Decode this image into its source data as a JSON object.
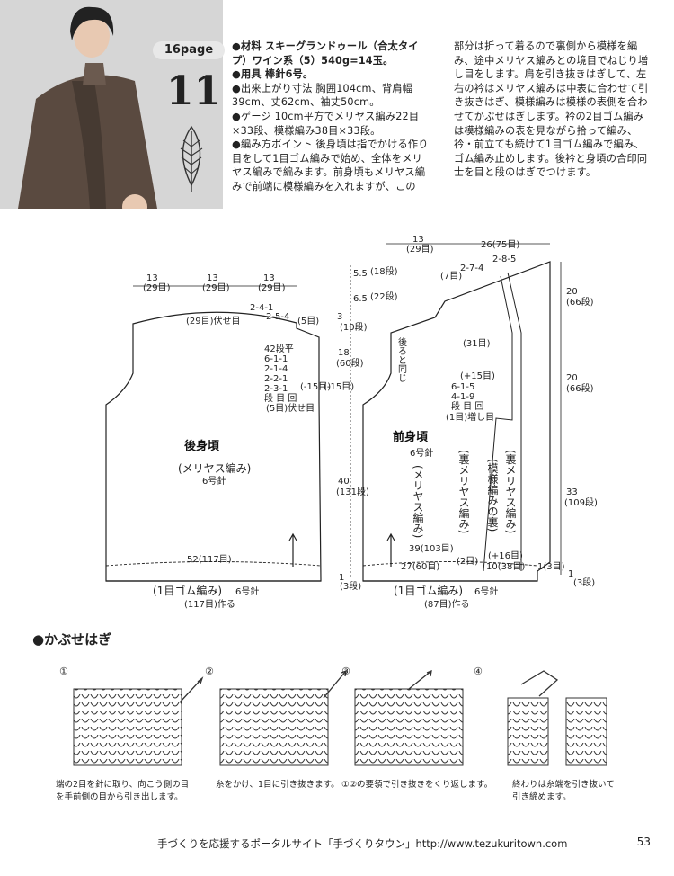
{
  "header": {
    "page_tag": "16page",
    "pattern_number": "11"
  },
  "description": {
    "materials": "●材料 スキーグランドゥール（合太タイプ）ワイン系（5）540g=14玉。",
    "tools": "●用具 棒針6号。",
    "finished_size": "●出来上がり寸法 胸囲104cm、背肩幅39cm、丈62cm、袖丈50cm。",
    "gauge": "●ゲージ 10cm平方でメリヤス編み22目×33段、模様編み38目×33段。",
    "point_1": "●編み方ポイント 後身頃は指でかける作り目をして1目ゴム編みで始め、全体をメリヤス編みで編みます。前身頃もメリヤス編みで前端に模様編みを入れますが、この",
    "point_2": "部分は折って着るので裏側から模様を編み、途中メリヤス編みとの境目でねじり増し目をします。肩を引き抜きはぎして、左右の衿はメリヤス編みは中表に合わせて引き抜きはぎ、模様編みは模様の表側を合わせてかぶせはぎします。衿の2目ゴム編みは模様編みの表を見ながら拾って編み、衿・前立ても続けて1目ゴム編みで編み、ゴム編み止めします。後衿と身頃の合印同士を目と段のはぎでつけます。"
  },
  "diagram": {
    "back": {
      "title": "後身頃",
      "stitch": "(メリヤス編み)",
      "needle": "6号針",
      "shoulder_left": "13",
      "shoulder_left_st": "(29目)",
      "neck": "13",
      "neck_st": "(29目)",
      "shoulder_right": "13",
      "shoulder_right_st": "(29目)",
      "neck_bindoff": "(29目)伏せ目",
      "shoulder_dec_1": "2-4-1",
      "shoulder_dec_2": "2-5-4",
      "shoulder_st": "(5目)",
      "height_top": "3",
      "rows_top": "(10段)",
      "arm_h": "18",
      "arm_rows": "(60段)",
      "arm_dec": [
        "42段平",
        "6-1-1",
        "2-1-4",
        "2-2-1",
        "2-3-1",
        "段 目 回"
      ],
      "arm_bindoff": "(5目)伏せ目",
      "arm_st_l": "(-15目)",
      "arm_st_r": "(-15目)",
      "side_h": "40",
      "side_rows": "(131段)",
      "width": "52(117目)",
      "rib_h": "1",
      "rib_rows": "(3段)",
      "rib_label": "(1目ゴム編み)",
      "rib_needle": "6号針",
      "rib_cast": "(117目)作る"
    },
    "front": {
      "title": "前身頃",
      "needle": "6号針",
      "stitch_1": "(メリヤス編み)",
      "stitch_2": "(裏メリヤス編み)",
      "stitch_3": "(模様編みの裏)",
      "stitch_4": "(裏メリヤス編み)",
      "top_w": "13",
      "top_w_st": "(29目)",
      "collar_w": "26(75目)",
      "collar_dec_1": "2-8-5",
      "collar_dec_2": "2-7-4",
      "collar_st": "(7目)",
      "h_55": "5.5",
      "rows_18": "(18段)",
      "h_65": "6.5",
      "rows_22": "(22段)",
      "same_as_back": "後ろと同じ",
      "st_31": "(31目)",
      "inc_15": "(+15目)",
      "inc_rule": [
        "6-1-5",
        "4-1-9",
        "段 目 回"
      ],
      "inc_label": "(1目)増し目",
      "h_20a": "20",
      "rows_66a": "(66段)",
      "h_20b": "20",
      "rows_66b": "(66段)",
      "h_33": "33",
      "rows_109": "(109段)",
      "w_39": "39(103目)",
      "w_27": "27(60目)",
      "st_2": "(2目)",
      "inc_16": "(+16目)",
      "w_10": "10(38目)",
      "w_1": "1(3目)",
      "rib_h": "1",
      "rib_rows": "(3段)",
      "rib_label": "(1目ゴム編み)",
      "rib_needle": "6号針",
      "rib_cast": "(87目)作る"
    }
  },
  "kabuse": {
    "heading": "●かぶせはぎ",
    "steps": [
      {
        "num": "①",
        "caption_1": "端の2目を針に取り、向こう側の目",
        "caption_2": "を手前側の目から引き出します。"
      },
      {
        "num": "②",
        "caption_1": "糸をかけ、1目に引き抜きます。",
        "caption_2": ""
      },
      {
        "num": "③",
        "caption_1": "①②の要領で引き抜きをくり返します。",
        "caption_2": ""
      },
      {
        "num": "④",
        "caption_1": "終わりは糸端を引き抜いて",
        "caption_2": "引き締めます。"
      }
    ]
  },
  "footer": {
    "text": "手づくりを応援するポータルサイト「手づくりタウン」http://www.tezukuritown.com",
    "page_number": "53"
  },
  "colors": {
    "ink": "#222222",
    "photo_bg": "#cfcfcf",
    "coat": "#5a4a40"
  }
}
